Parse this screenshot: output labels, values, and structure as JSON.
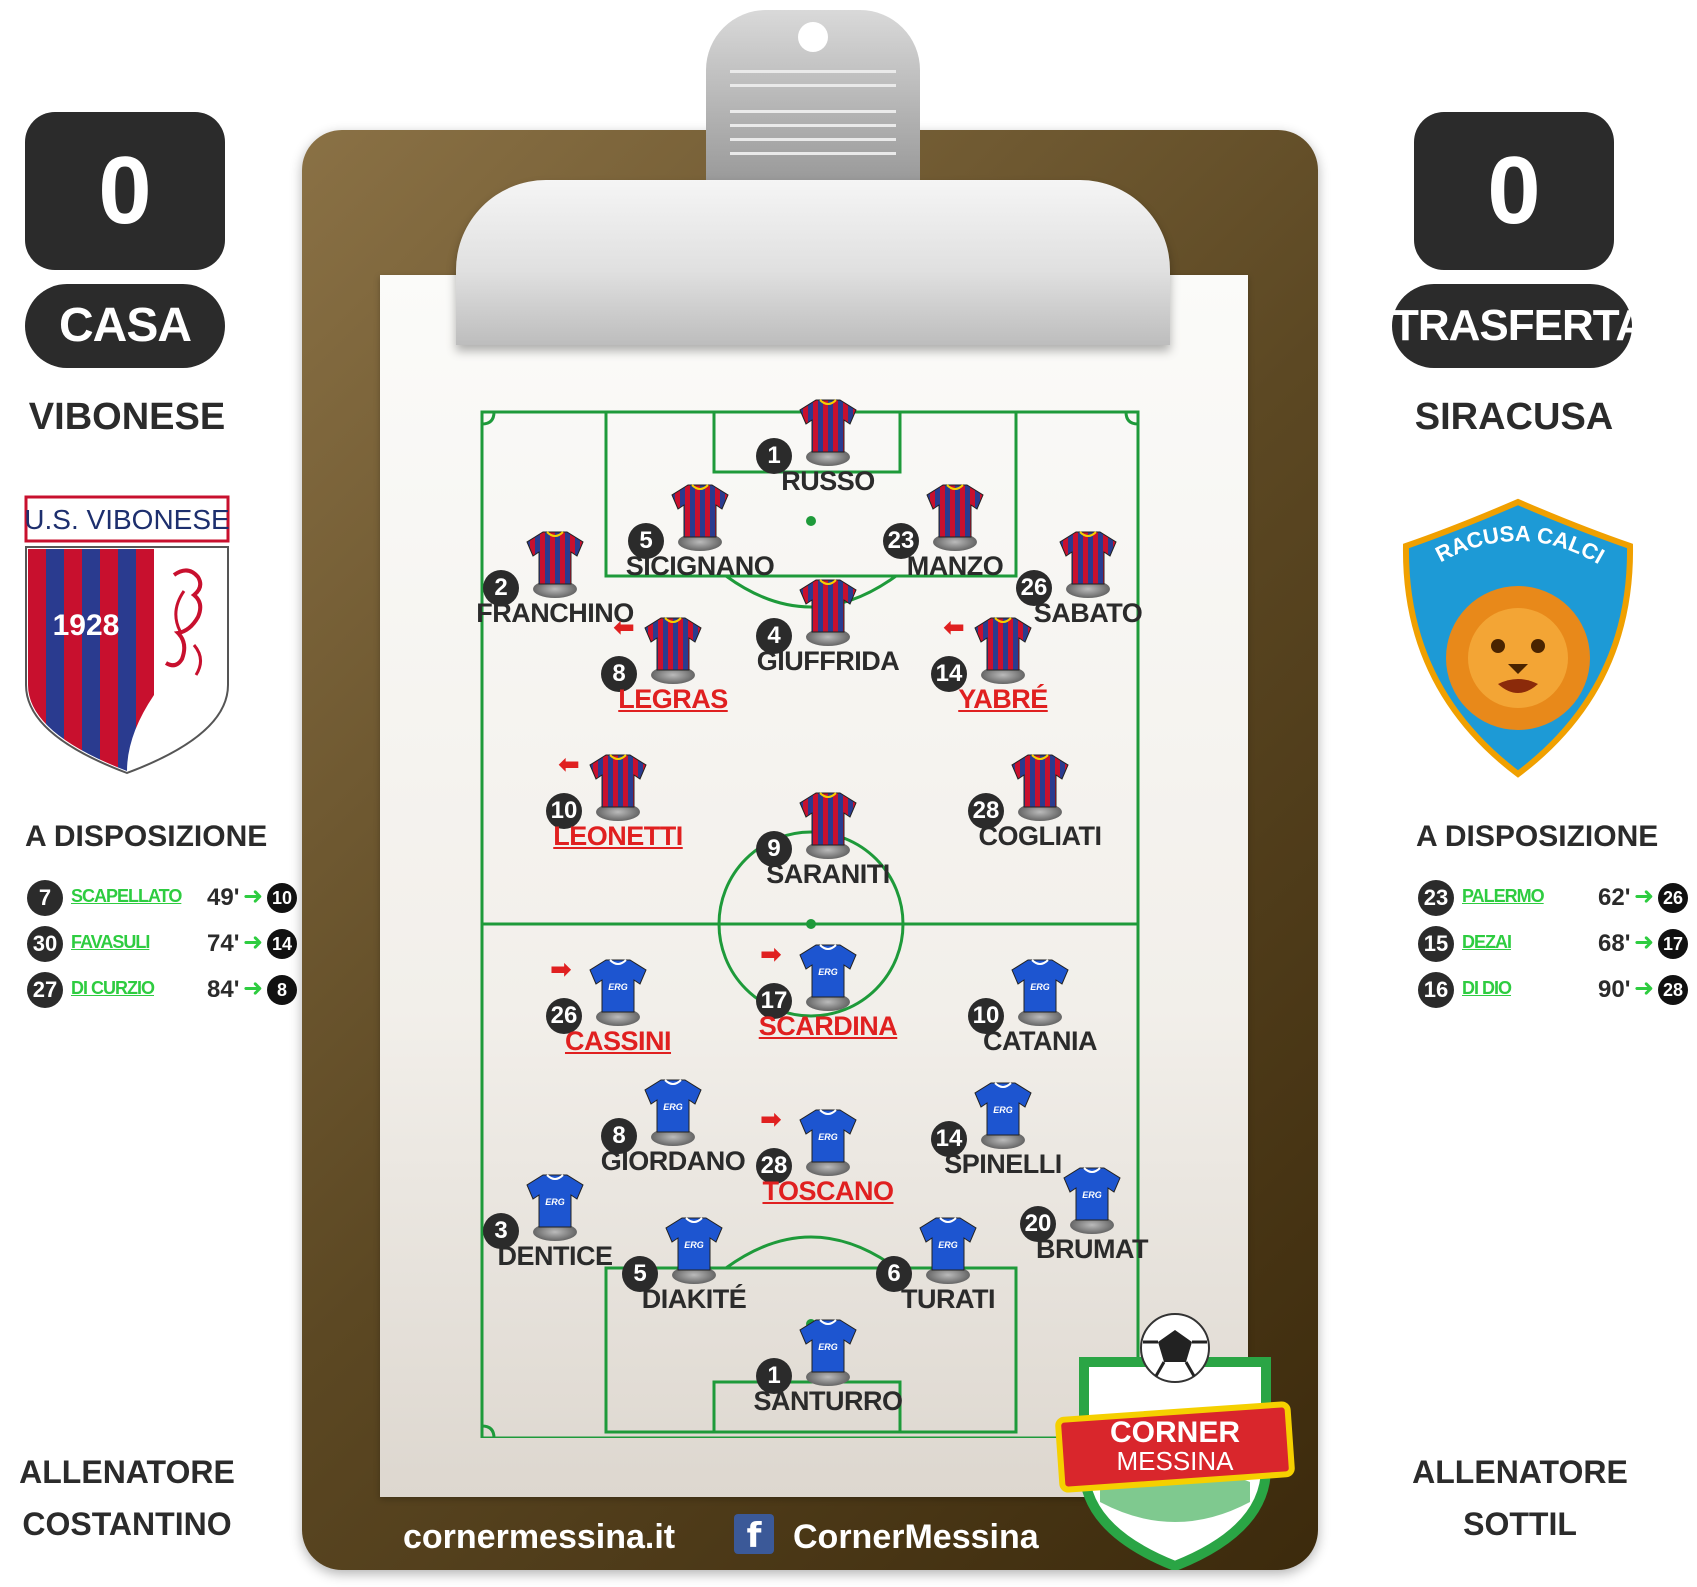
{
  "home": {
    "score": "0",
    "role": "CASA",
    "name": "VIBONESE",
    "logo_text": "U.S. VIBONESE",
    "logo_year": "1928",
    "subs_title": "A DISPOSIZIONE",
    "subs": [
      {
        "num": "7",
        "name": "SCAPELLATO",
        "minute": "49'",
        "replaced": "10"
      },
      {
        "num": "30",
        "name": "FAVASULI",
        "minute": "74'",
        "replaced": "14"
      },
      {
        "num": "27",
        "name": "DI CURZIO",
        "minute": "84'",
        "replaced": "8"
      }
    ],
    "coach_label": "ALLENATORE",
    "coach": "COSTANTINO",
    "colors": {
      "primary": "#2a3b8f",
      "secondary": "#c8102e"
    }
  },
  "away": {
    "score": "0",
    "role": "TRASFERTA",
    "name": "SIRACUSA",
    "logo_text": "SIRACUSA CALCIO",
    "subs_title": "A DISPOSIZIONE",
    "subs": [
      {
        "num": "23",
        "name": "PALERMO",
        "minute": "62'",
        "replaced": "26"
      },
      {
        "num": "15",
        "name": "DEZAI",
        "minute": "68'",
        "replaced": "17"
      },
      {
        "num": "16",
        "name": "DI DIO",
        "minute": "90'",
        "replaced": "28"
      }
    ],
    "coach_label": "ALLENATORE",
    "coach": "SOTTIL",
    "colors": {
      "primary": "#1d55d0",
      "secondary": "#f0a000"
    }
  },
  "lineup_home": [
    {
      "num": "1",
      "name": "RUSSO",
      "subbed": false
    },
    {
      "num": "5",
      "name": "SICIGNANO",
      "subbed": false
    },
    {
      "num": "23",
      "name": "MANZO",
      "subbed": false
    },
    {
      "num": "2",
      "name": "FRANCHINO",
      "subbed": false
    },
    {
      "num": "26",
      "name": "SABATO",
      "subbed": false
    },
    {
      "num": "4",
      "name": "GIUFFRIDA",
      "subbed": false
    },
    {
      "num": "8",
      "name": "LEGRAS",
      "subbed": true
    },
    {
      "num": "14",
      "name": "YABRÉ",
      "subbed": true
    },
    {
      "num": "10",
      "name": "LEONETTI",
      "subbed": true
    },
    {
      "num": "28",
      "name": "COGLIATI",
      "subbed": false
    },
    {
      "num": "9",
      "name": "SARANITI",
      "subbed": false
    }
  ],
  "lineup_away": [
    {
      "num": "26",
      "name": "CASSINI",
      "subbed": true
    },
    {
      "num": "17",
      "name": "SCARDINA",
      "subbed": true
    },
    {
      "num": "10",
      "name": "CATANIA",
      "subbed": false
    },
    {
      "num": "8",
      "name": "GIORDANO",
      "subbed": false
    },
    {
      "num": "28",
      "name": "TOSCANO",
      "subbed": true
    },
    {
      "num": "14",
      "name": "SPINELLI",
      "subbed": false
    },
    {
      "num": "3",
      "name": "DENTICE",
      "subbed": false
    },
    {
      "num": "20",
      "name": "BRUMAT",
      "subbed": false
    },
    {
      "num": "5",
      "name": "DIAKITÉ",
      "subbed": false
    },
    {
      "num": "6",
      "name": "TURATI",
      "subbed": false
    },
    {
      "num": "1",
      "name": "SANTURRO",
      "subbed": false
    }
  ],
  "shirt_sponsor_away": "ERG",
  "brand": {
    "line1": "CORNER",
    "line2": "MESSINA",
    "site": "cornermessina.it",
    "facebook": "CornerMessina"
  }
}
